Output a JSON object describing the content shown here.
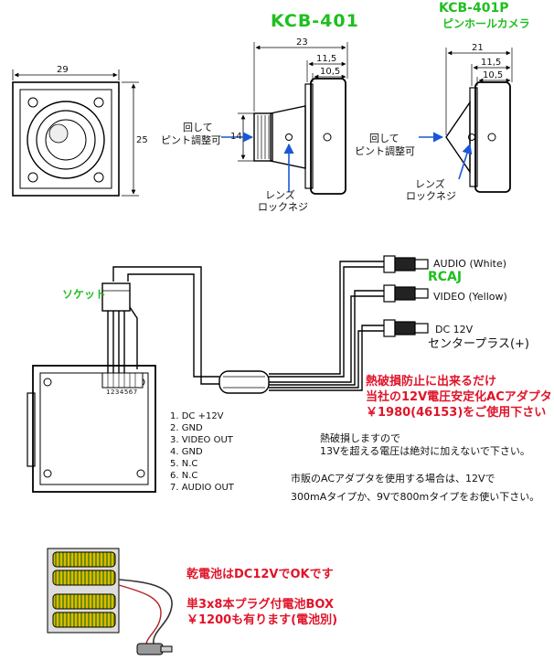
{
  "models": {
    "kcb401": {
      "title": "KCB-401"
    },
    "kcb401p": {
      "title": "KCB-401P",
      "subtitle": "ピンホールカメラ"
    }
  },
  "dimensions": {
    "front_width": "29",
    "front_height": "25",
    "kcb401_total": "23",
    "kcb401_mid": "11,5",
    "kcb401_body": "10,5",
    "kcb401_lens_dia": "14",
    "kcb401p_total": "21",
    "kcb401p_mid": "11,5",
    "kcb401p_body": "10,5"
  },
  "annotations": {
    "focus_adjust": [
      "回して",
      "ピント調整可"
    ],
    "lens_lock_screw": [
      "レンズ",
      "ロックネジ"
    ]
  },
  "cables": {
    "audio": "AUDIO (White)",
    "connector_type": "RCAJ",
    "video": "VIDEO  (Yellow)",
    "dc": "DC 12V",
    "dc_polarity": "センタープラス(+)",
    "socket": "ソケット"
  },
  "pins": {
    "header_numbers": "1234567",
    "list": [
      "1. DC +12V",
      "2. GND",
      "3. VIDEO OUT",
      "4. GND",
      "5. N.C",
      "6. N.C",
      "7. AUDIO OUT"
    ]
  },
  "notes": {
    "adapter_red": [
      "熱破損防止に出来るだけ",
      "当社の12V電圧安定化ACアダプタ",
      "￥1980(46153)をご使用下さい"
    ],
    "warning": [
      "熱破損しますので",
      "13Vを超える電圧は絶対に加えないで下さい。"
    ],
    "adapter_usage": [
      "市販のACアダプタを使用する場合は、12Vで",
      "300mAタイプか、9Vで800mタイプをお使い下さい。"
    ]
  },
  "battery": {
    "red_lines": [
      "乾電池はDC12VでOKです",
      "単3x8本プラグ付電池BOX",
      "￥1200も有ります(電池別)"
    ]
  }
}
